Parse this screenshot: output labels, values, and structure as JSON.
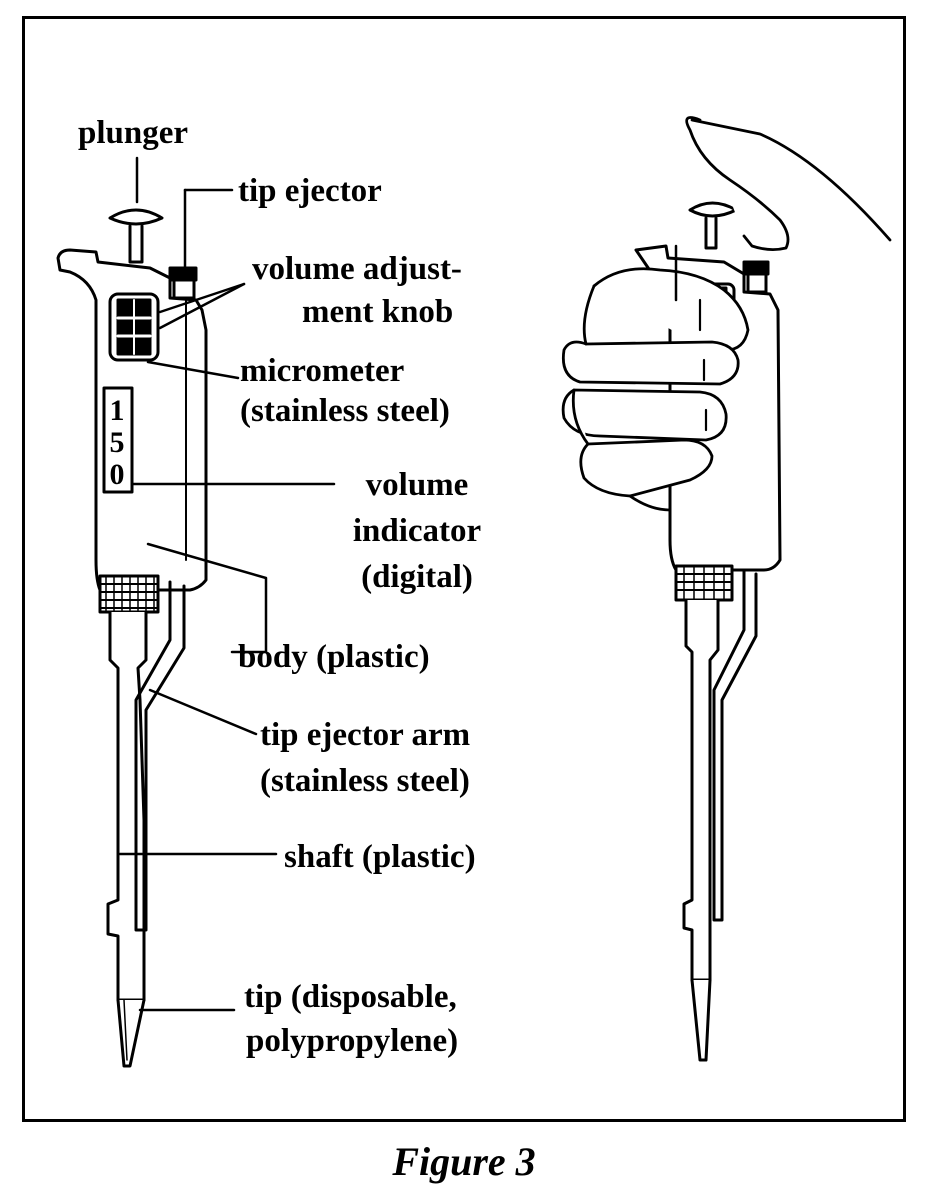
{
  "labels": {
    "plunger": "plunger",
    "tip_ejector": "tip ejector",
    "volume_knob_line1": "volume adjust-",
    "volume_knob_line2": "ment knob",
    "micrometer_line1": "micrometer",
    "micrometer_line2": "(stainless steel)",
    "volume_indicator_line1": "volume",
    "volume_indicator_line2": "indicator",
    "volume_indicator_line3": "(digital)",
    "body": "body (plastic)",
    "tip_ejector_arm_line1": "tip ejector arm",
    "tip_ejector_arm_line2": "(stainless steel)",
    "shaft": "shaft (plastic)",
    "tip_line1": "tip (disposable,",
    "tip_line2": "polypropylene)"
  },
  "volume_display": [
    "1",
    "5",
    "0"
  ],
  "caption": "Figure 3"
}
